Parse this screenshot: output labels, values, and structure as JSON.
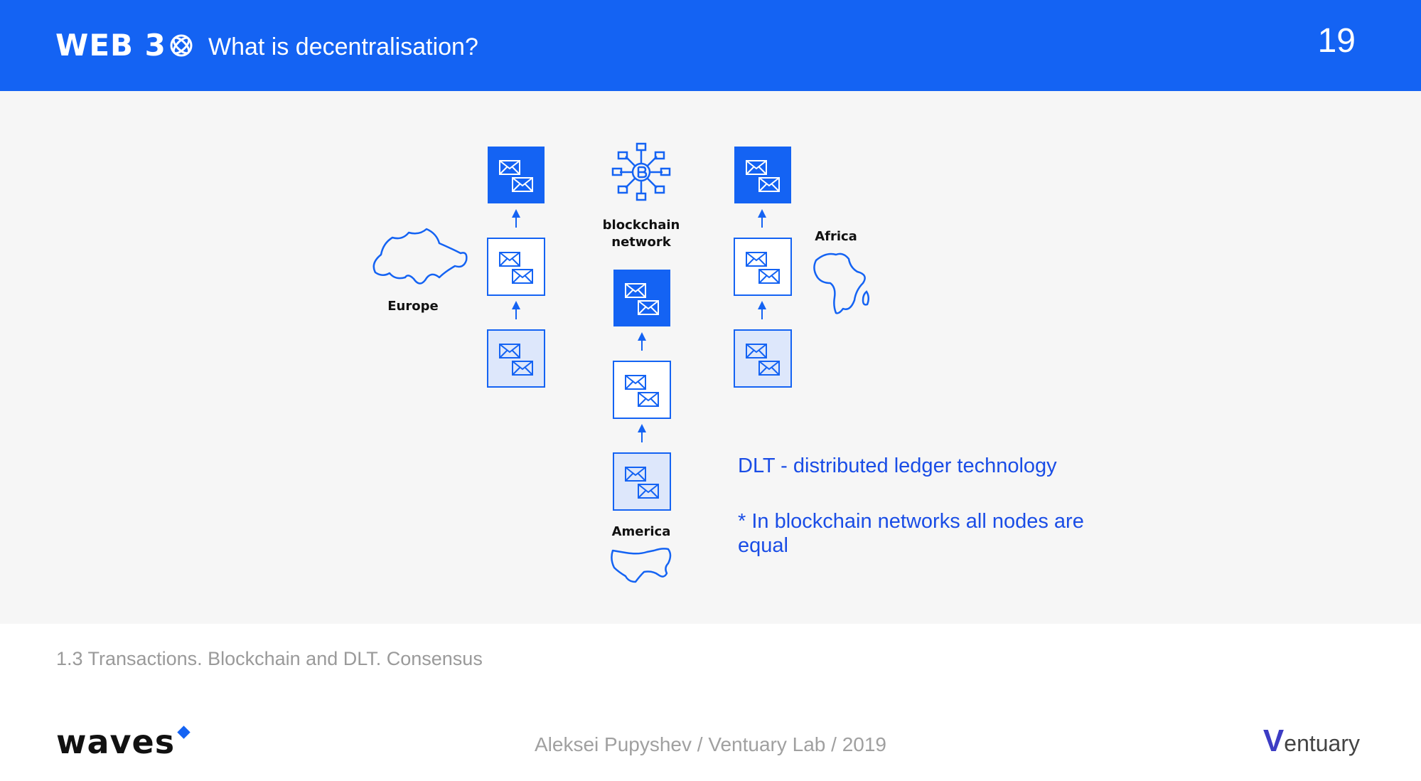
{
  "header": {
    "brand": "WEB 3",
    "brand_icon": "web3-globe-icon",
    "title": "What is decentralisation?",
    "page_number": "19",
    "bg_color": "#1463f3"
  },
  "diagram": {
    "network_icon": "blockchain-network-icon",
    "network_label_line1": "blockchain",
    "network_label_line2": "network",
    "regions": {
      "europe": "Europe",
      "africa": "Africa",
      "america": "America"
    },
    "block_icon": "envelope-icon",
    "accent_color": "#1463f3",
    "light_block_color": "#dde7fb",
    "dlt_title": "DLT - distributed ledger technology",
    "dlt_note": "* In blockchain networks all nodes are equal"
  },
  "footer": {
    "subtitle": "1.3  Transactions. Blockchain and DLT. Consensus",
    "waves_logo": "waves",
    "credit": "Aleksei Pupyshev / Ventuary Lab / 2019",
    "ventuary_v": "V",
    "ventuary_rest": "entuary"
  }
}
